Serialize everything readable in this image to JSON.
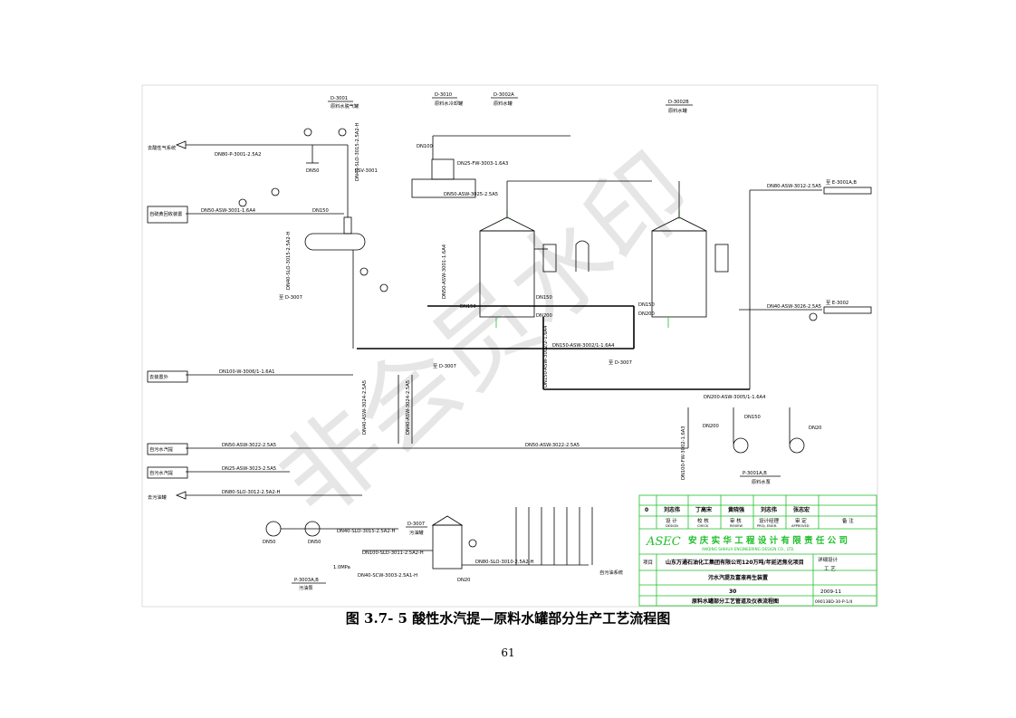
{
  "equipment": {
    "d3001": {
      "tag": "D-3001",
      "name": "原料水脱气罐"
    },
    "d3010": {
      "tag": "D-3010",
      "name": "原料水冷却罐"
    },
    "d3002a": {
      "tag": "D-3002A",
      "name": "原料水罐"
    },
    "d3002b": {
      "tag": "D-3002B",
      "name": "原料水罐"
    },
    "d3007": {
      "tag": "D-3007",
      "name": "污油罐"
    },
    "p3001": {
      "tag": "P-3001A,B",
      "name": "原料水泵"
    },
    "p3003": {
      "tag": "P-3003A,B",
      "name": "污油泵"
    }
  },
  "lines": {
    "l1": "DN80-P-3001-2.5A2",
    "l2": "DN50-ASW-3001-1.6A4",
    "l3": "DN150",
    "l4": "DN50",
    "l5": "PSV-3001",
    "l6": "DN25-FW-3003-1.6A3",
    "l7": "DN50-ASW-3025-2.5A5",
    "l8": "DN100",
    "l9": "DN150-ASW-3002/1-1.6A4",
    "l10": "DN100-W-3006/1-1.6A1",
    "l11": "DN50-ASW-3022-2.5A5",
    "l12": "DN25-ASW-3023-2.5A5",
    "l13": "DN80-SLO-3012-2.5A2-H",
    "l14": "DN80-ASW-3012-2.5A5",
    "l15": "DN200-ASW-3005/1-1.6A4",
    "l16": "DN100-SLO-3011-2.5A2-H",
    "l17": "DN80-SLO-3010-2.5A2-H",
    "l18": "DN40-SLO-3015-2.5A2-H",
    "l19": "DN40-ASW-3024-2.5A5",
    "l20": "DN40-ASW-3026-2.5A5",
    "l21": "DN200",
    "l22": "DN20",
    "l23": "DN150-ASW-3002/2-1.6A4",
    "l24": "DN100-FW-3002-1.6A3",
    "l25": "1.0MPa",
    "l26": "DN40-SCW-3003-2.5A1-H"
  },
  "offpage": {
    "o1": "去酸性气系统",
    "o2": "自硫黄回收装置",
    "o3": "去装置外",
    "o4": "自污水汽提",
    "o5": "去污油罐",
    "o6": "自污油系统"
  },
  "refs": {
    "r1": "至 D-3007",
    "r2": "至 E-3001A,B",
    "r3": "至 E-3002",
    "r4": "D-3007"
  },
  "title_block": {
    "rev": "0",
    "signers": [
      "刘志伟",
      "丁高宋",
      "黄晓强",
      "刘志伟",
      "张志宏"
    ],
    "roles": [
      "设 计",
      "校 核",
      "审 核",
      "设计经理",
      "审 定"
    ],
    "roles_en": [
      "DESIGN",
      "CHECK",
      "REVIEW",
      "PROJ. ENGR.",
      "APPROVED"
    ],
    "notes_label": "备 注",
    "company_logo": "ASEC",
    "company_cn": "安 庆 实 华 工 程 设 计 有 限 责 任 公 司",
    "company_en": "ANQING SHIHUA ENGINEERING DESIGN CO., LTD.",
    "project_label": "项目",
    "project": "山东万通石油化工集团有限公司120万吨/年延迟焦化项目",
    "stage": "详细设计",
    "discipline": "工 艺",
    "unit": "污水汽提及富液再生装置",
    "unit_no": "30",
    "date": "2009-11",
    "drawing_title": "原料水罐部分工艺管道及仪表流程图",
    "drawing_no": "09013BD-30-P-1/4"
  },
  "watermark": "非会员水印",
  "caption": "图 3.7- 5 酸性水汽提—原料水罐部分生产工艺流程图",
  "page_number": "61",
  "colors": {
    "accent": "#1fbf2a",
    "line": "#000000",
    "watermark": "#c8c8c8"
  }
}
